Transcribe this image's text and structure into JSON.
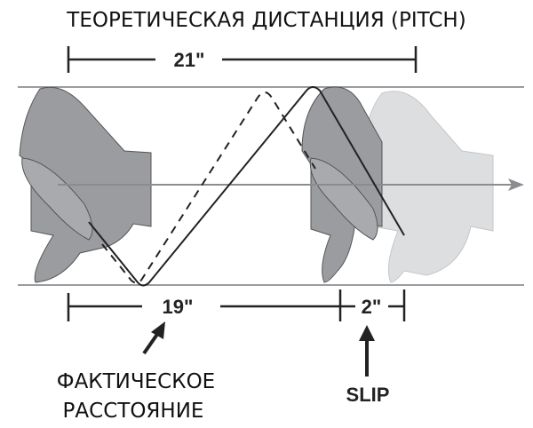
{
  "title": "ТЕОРЕТИЧЕСКАЯ ДИСТАНЦИЯ (PITCH)",
  "pitch_label": "21\"",
  "actual_label": "19\"",
  "slip_value_label": "2\"",
  "actual_caption_line1": "ФАКТИЧЕСКОЕ",
  "actual_caption_line2": "РАССТОЯНИЕ",
  "slip_caption": "SLIP",
  "colors": {
    "propeller": "#9a9ca0",
    "propeller_ghost": "#d8dadc",
    "guide": "#7a7c80",
    "line": "#222222"
  }
}
